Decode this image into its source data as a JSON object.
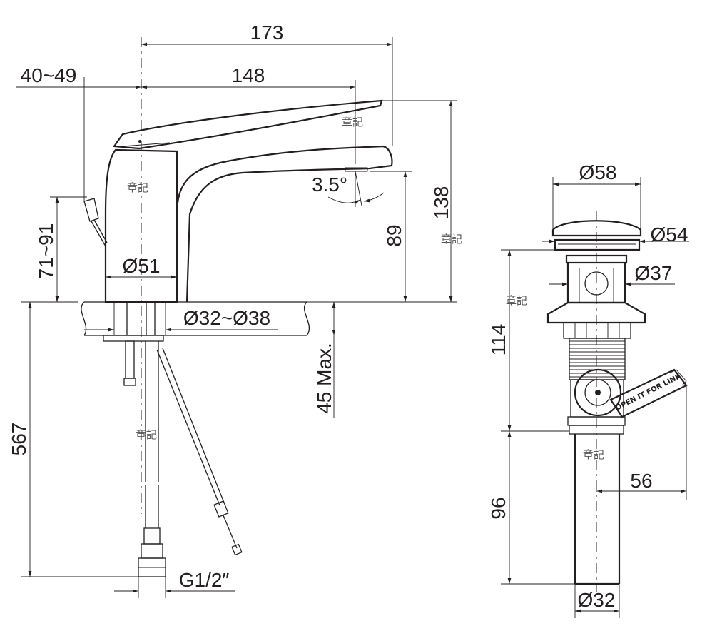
{
  "faucet_view": {
    "dimensions": {
      "overall_length": "173",
      "spout_reach": "148",
      "handle_offset": "40~49",
      "handle_height": "71~91",
      "base_diameter": "Ø51",
      "outlet_angle": "3.5°",
      "outlet_height": "89",
      "total_height": "138",
      "hole_diameter": "Ø32~Ø38",
      "max_deck_thickness": "45 Max.",
      "hose_length": "567",
      "inlet_thread": "G1/2″"
    }
  },
  "drain_view": {
    "dimensions": {
      "cap_diameter": "Ø58",
      "flange_diameter": "Ø54",
      "body_diameter": "Ø37",
      "body_height": "114",
      "lever_offset": "56",
      "tail_length": "96",
      "tail_diameter": "Ø32"
    },
    "lever_label": "OPEN IT FOR LINK"
  },
  "stamps": [
    "章記",
    "章記",
    "章記",
    "章記",
    "章記",
    "章記"
  ]
}
